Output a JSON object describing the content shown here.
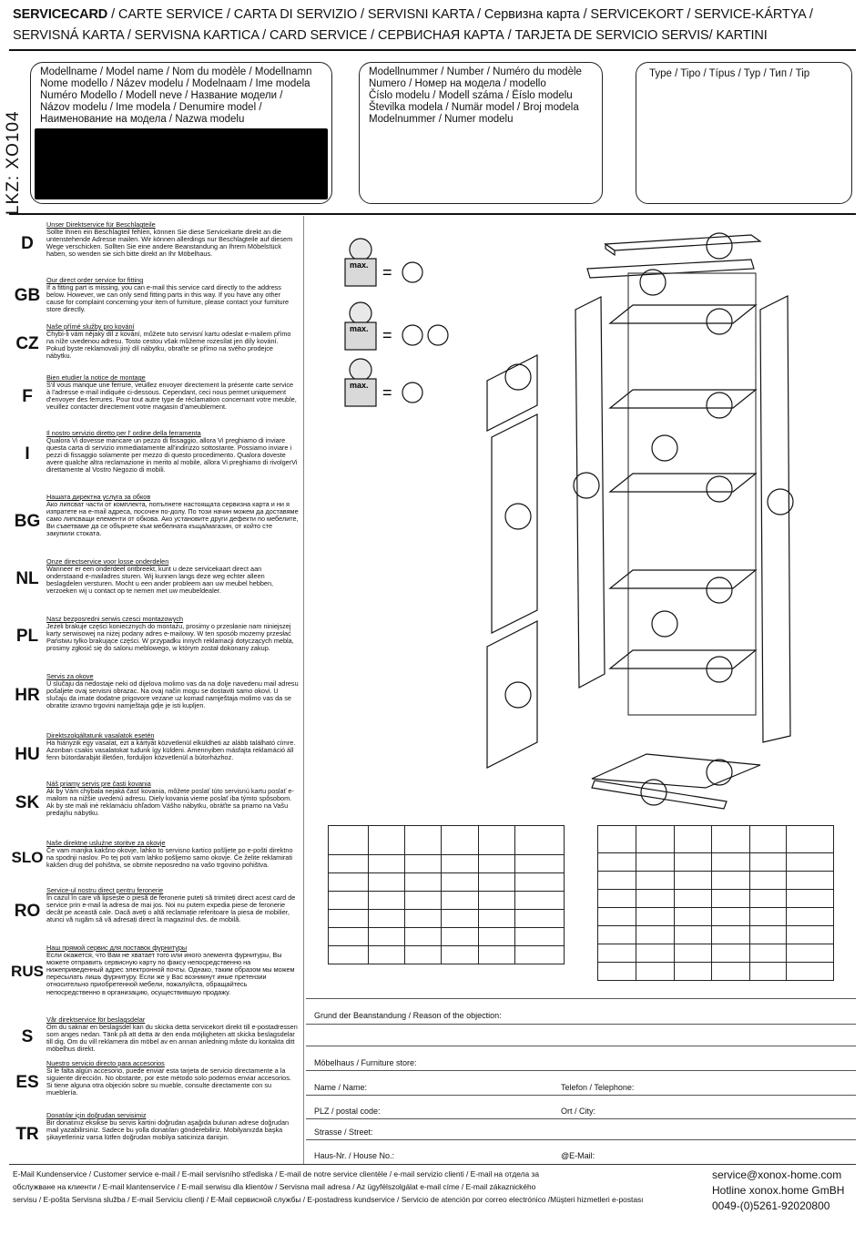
{
  "header": {
    "line1_bold": "SERVICECARD",
    "line1_rest": " / CARTE SERVICE / CARTA DI SERVIZIO / SERVISNI KARTA / Сервизна карта / SERVICEKORT / SERVICE-KÁRTYA /",
    "line2": "SERVISNÁ KARTA / SERVISNA KARTICA / CARD SERVICE / СЕРВИСНАЯ КАРТА / TARJETA DE SERVICIO SERVIS/ KARTINI"
  },
  "lkz": "LKZ: XO104",
  "boxes": {
    "model_name": [
      "Modellname / Model name / Nom du modèle / Modellnamn",
      "Nome modello / Název modelu / Modelnaam / Ime modela",
      "Numéro Modello / Modell neve / Название модели /",
      "Názov modelu / Ime modela / Denumire model /",
      "Наименование на модела / Nazwa modelu"
    ],
    "model_number": [
      "Modellnummer / Number / Numéro du modèle",
      "Numero / Номер на модела / modello",
      "Číslo modelu / Modell száma / Ëíslo modelu",
      "Številka modela / Numär model / Broj modela",
      "Modelnummer / Numer modelu"
    ],
    "type": [
      "Type / Tipo / Típus / Typ / Тип / Tip"
    ]
  },
  "languages": [
    {
      "code": "D",
      "title": "Unser Direktservice für Beschlagteile",
      "text": "Sollte Ihnen ein Beschlagteil fehlen, können Sie diese Servicekarte direkt an die untenstehende Adresse mailen. Wir können allerdings nur Beschlagteile auf diesem Wege verschicken. Sollten Sie eine andere Beanstandung an Ihrem Möbelstück haben, so wenden sie sich bitte direkt an Ihr Möbelhaus."
    },
    {
      "code": "GB",
      "title": "Our direct order service for fitting",
      "text": "If a fitting part is missing, you can e-mail this service card directly to the address below. However, we can only send fitting parts in this way. If you have any other cause for complaint concerning your item of furniture, please contact your furniture store directly."
    },
    {
      "code": "CZ",
      "title": "Naše přímé služby pro kování",
      "text": "Chybí-li vám nějaký díl z kování, můžete tuto servisní kartu odeslat e-mailem přímo na níže uvedenou adresu. Tosto cestou však můžeme rozesílat jen díly kování. Pokud byste reklamovali jiný díl nábytku, obraťte se přímo na svého prodejce nábytku."
    },
    {
      "code": "F",
      "title": "Bien etudier la notice de montage",
      "text": "S'il vous manque une ferrure, veuillez envoyer directement la présente carte service à l'adresse e-mail indiquée ci-dessous. Cependant, ceci nous permet uniquement d'envoyer des ferrures. Pour tout autre type de réclamation concernant votre meuble, veuillez contacter directement votre magasin d'ameublement."
    },
    {
      "code": "I",
      "title": "Il nostro servizio diretto per l' ordine della ferramenta",
      "text": "Qualora Vi dovesse mancare un pezzo di fissaggio, allora Vi preghiamo di inviare questa carta di servizio immediatamente all'indirizzo sottostante. Possiamo inviare i pezzi di fissaggio solamente per mezzo di questo procedimento. Qualora doveste avere qualche altra reclamazione in merito al mobile, allora Vi preghiamo di rivolgerVi direttamente al Vostro Negozio di mobili."
    },
    {
      "code": "BG",
      "title": "Нашата директна услуга за обков",
      "text": "Ако липсват части от комплекта, попълнете настоящата сервизна карта и ни я изпратете на e-mail адреса, посочен по-долу. По този начин можем да доставяме само липсващи елементи от обкова. Ако установите други дефекти по мебелите, Ви съветваме да се обърнете към мебелната къща/магазин, от който сте закупили стоката."
    },
    {
      "code": "NL",
      "title": "Onze directservice voor losse onderdelen",
      "text": "Wanneer er een onderdeel ontbreekt, kunt u deze servicekaart direct aan onderstaand e-mailadres sturen. Wij kunnen langs deze weg echter alleen beslagdelen versturen. Mocht u een ander probleem aan uw meubel hebben, verzoeken wij u contact op te nemen met uw meubeldealer."
    },
    {
      "code": "PL",
      "title": "Nasz bezposredni serwis czesci montazowych",
      "text": "Jeżeli brakuje części koniecznych do montażu, prosimy o przesłanie nam niniejszej karty serwisowej na niżej podany adres e-mailowy. W ten sposób mozemy przesłać Państwu tylko brakujące części. W przypadku innych reklamacji dotyczących mebla, prosimy zgłosić się do salonu meblowego, w którym został dokonany zakup."
    },
    {
      "code": "HR",
      "title": "Servis za okove",
      "text": "U slučaju da nedostaje neki od dijelova molimo vas da na dolje navedenu mail adresu pošaljete ovaj servisni obrazac. Na ovaj način mogu se dostaviti samo okovi. U slučaju da imate dodatne prigovore vezane uz komad namještaja molimo vas da se obratite izravno trgovini namještaja gdje je isti kupljen."
    },
    {
      "code": "HU",
      "title": "Direktszolgáltatunk vasalatok esetén",
      "text": "Ha hiányzik egy vasalat, ezt a kártyát közvetlenül elküldheti az alább található címre. Azonban csakis vasalatokat tudunk így küldeni. Amennyiben másfajta reklamáció áll fenn bútordarabját illetően, forduljon közvetlenül a bútorházhoz."
    },
    {
      "code": "SK",
      "title": "Náš priamy servis pre časti kovania",
      "text": "Ak by Vám chýbala nejaká časť kovania, môžete poslať túto servisnú kartu poslať e-mailom na nižšie uvedenú adresu. Diely kovania vieme poslať iba týmto spôsobom. Ak by ste mali iné reklamáciu ohľadom Vášho nábytku, obráťte sa priamo na Vašu predajňu nábytku."
    },
    {
      "code": "SLO",
      "title": "Naše direktne usluźne storitve za okovje",
      "text": "Če vam manjka kakšno okovje, lahko to servisno kartico pošljete po e-pošti direktno na spodnji naslov. Po tej poti vam lahko pošljemo samo okovje. Če želite reklamirati kakšen drug del pohištva, se obrnite neposredno na vašo trgovino pohištva."
    },
    {
      "code": "RO",
      "title": "Service-ul nostru direct pentru feronerie",
      "text": "În cazul în care vă lipsește o piesă de feronerie puteți să trimiteți direct acest card de service prin e-mail la adresa de mai jos. Noi nu putem expedia piese de feronerie decât pe această cale. Dacă aveți o altă reclamație referitoare la piesa de mobilier, atunci vă rugăm să vă adresați direct la magazinul dvs. de mobilă."
    },
    {
      "code": "RUS",
      "title": "Наш прямой сервис для поставок фурнитуры",
      "text": "Если окажется, что Вам не хватает того или иного элемента фурнитуры, Вы можете отправить сервисную карту по факсу непосредственно на нижеприведенный адрес электронной почты. Однако, таким образом мы можем пересылать лишь фурнитуру. Если же у Вас возникнут иные претензии относительно приобретенной мебели, пожалуйста, обращайтесь непосредственно в организацию, осуществившую продажу."
    },
    {
      "code": "S",
      "title": "Vår direktservice för beslagsdelar",
      "text": "Om du saknar en beslagsdel kan du skicka detta servicekort direkt till e-postadressen som anges nedan. Tänk på att detta är den enda möjligheten att skicka beslagsdelar till dig. Om du vill reklamera din möbel av en annan anledning måste du kontakta ditt möbelhus direkt."
    },
    {
      "code": "ES",
      "title": "Nuestro servicio directo para accesorios",
      "text": "Si le falta algún accesorio, puede enviar esta tarjeta de servicio directamente a la siguiente dirección. No obstante, por este método solo podemos enviar accesorios. Si tiene alguna otra objeción sobre su mueble, consulte directamente con su mueblería."
    },
    {
      "code": "TR",
      "title": "Donatılar için doğrudan servisimiz",
      "text": "Bir donatınız eksikse bu servis kartini doğrudan aşağıda bulunan adrese doğrudan mail yazabilirsiniz. Sadece bu yolla donatıları gönderebiliriz. Mobilyanızda başka şikayetleriniz varsa lütfen doğrudan mobilya saticiniza danişin."
    }
  ],
  "weights": {
    "label": "max.",
    "equals": "="
  },
  "form": {
    "reason": "Grund der Beanstandung / Reason of the objection:",
    "store": "Möbelhaus / Furniture store:",
    "name": "Name / Name:",
    "phone": "Telefon / Telephone:",
    "zip": "PLZ / postal code:",
    "city": "Ort / City:",
    "street": "Strasse / Street:",
    "house_no": "Haus-Nr. / House No.:",
    "email": "@E-Mail:"
  },
  "footer": {
    "line1": "E-Mail Kundenservice / Customer service e-mail / E-mail servisního střediska / E-mail de notre service clientèle / e-mail servizio clienti / E-mail на отдела за",
    "line2": "обслужване на клиенти / E-mail klantenservice / E-mail serwisu dla klientów / Servisna mail adresa / Az ügyfélszolgálat e-mail címe / E-mail zákaznického",
    "line3": "servisu / E-pošta Servisna služba / E-mail Serviciu clienţi / E-Mail сервисной службы / E-postadress kundservice / Servicio de atención por correo electrónico /Müşteri hizmetleri e-postası"
  },
  "contact": {
    "email": "service@xonox-home.com",
    "hotline": "Hotline xonox.home GmBH",
    "phone": "0049-(0)5261-92020800"
  }
}
